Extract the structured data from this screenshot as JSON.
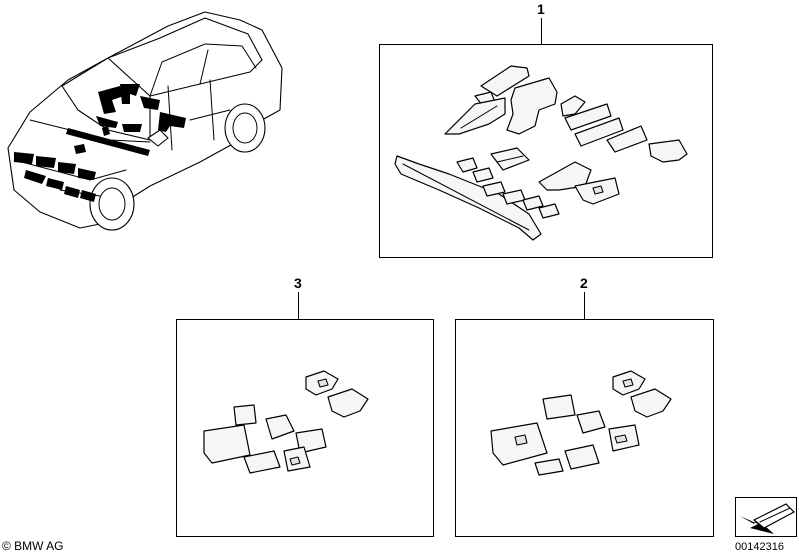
{
  "callouts": {
    "kit_1": "1",
    "kit_2": "2",
    "kit_3": "3"
  },
  "footer": {
    "copyright": "© BMW AG",
    "diagram_number": "00142316"
  }
}
